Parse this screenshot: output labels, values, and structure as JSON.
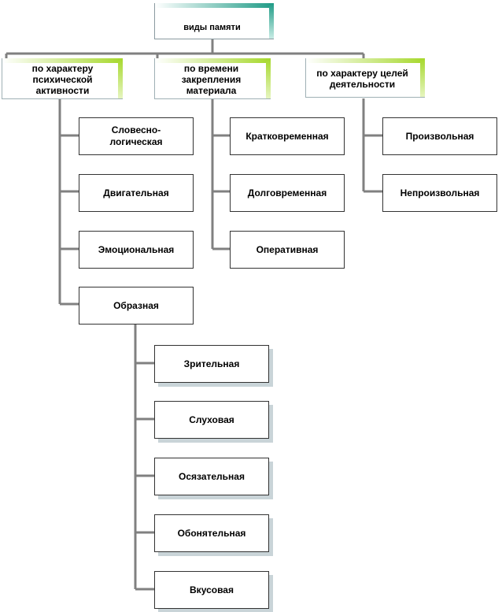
{
  "root": {
    "label": "виды памяти"
  },
  "categories": [
    {
      "label": "по характеру психической активности"
    },
    {
      "label": "по времени закрепления материала"
    },
    {
      "label": "по характеру целей деятельности"
    }
  ],
  "activity_types": [
    {
      "label": "Словесно-логическая"
    },
    {
      "label": "Двигательная"
    },
    {
      "label": "Эмоциональная"
    },
    {
      "label": "Образная"
    }
  ],
  "image_types": [
    {
      "label": "Зрительная"
    },
    {
      "label": "Слуховая"
    },
    {
      "label": "Осязательная"
    },
    {
      "label": "Обонятельная"
    },
    {
      "label": "Вкусовая"
    }
  ],
  "time_types": [
    {
      "label": "Кратковременная"
    },
    {
      "label": "Долговременная"
    },
    {
      "label": "Оперативная"
    }
  ],
  "goal_types": [
    {
      "label": "Произвольная"
    },
    {
      "label": "Непроизвольная"
    }
  ],
  "colors": {
    "connector": "#808080",
    "box_border": "#333333",
    "shadow": "#c9d4d8",
    "root_accent": "#1f9b86",
    "category_accent": "#a6d82c"
  }
}
